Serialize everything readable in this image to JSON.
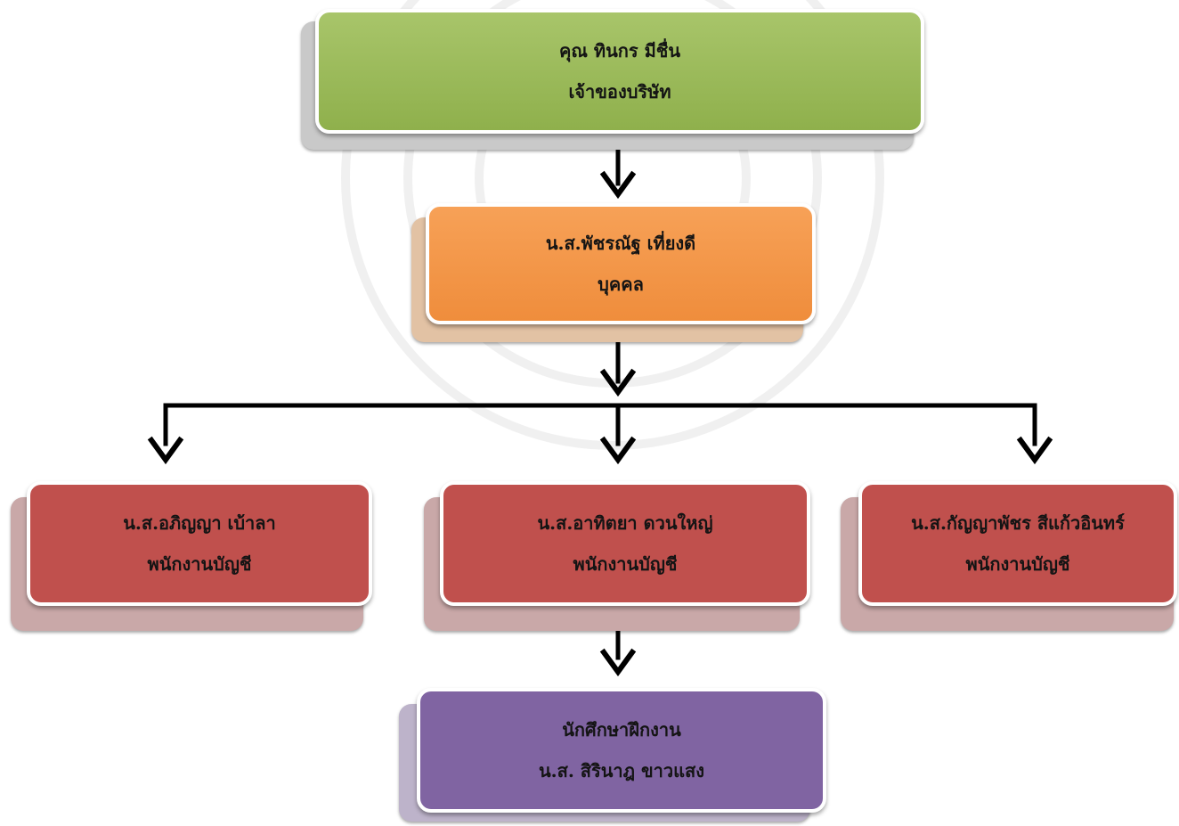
{
  "colors": {
    "owner": "#9bbb59",
    "hr": "#f79646",
    "accountant": "#c0504d",
    "intern": "#8064a2",
    "connector": "#000000"
  },
  "watermark_icon": "university-seal",
  "nodes": {
    "owner": {
      "name": "คุณ ทินกร มีชื่น",
      "role": "เจ้าของบริษัท"
    },
    "hr": {
      "name": "น.ส.พัชรณัฐ เที่ยงดี",
      "role": "บุคคล"
    },
    "acc1": {
      "name": "น.ส.อภิญญา เบ้าลา",
      "role": "พนักงานบัญชี"
    },
    "acc2": {
      "name": "น.ส.อาทิตยา ดวนใหญ่",
      "role": "พนักงานบัญชี"
    },
    "acc3": {
      "name": "น.ส.กัญญาพัชร สีแก้วอินทร์",
      "role": "พนักงานบัญชี"
    },
    "intern": {
      "role": "นักศึกษาฝึกงาน",
      "name": "น.ส. สิรินาฎ ขาวแสง"
    }
  }
}
